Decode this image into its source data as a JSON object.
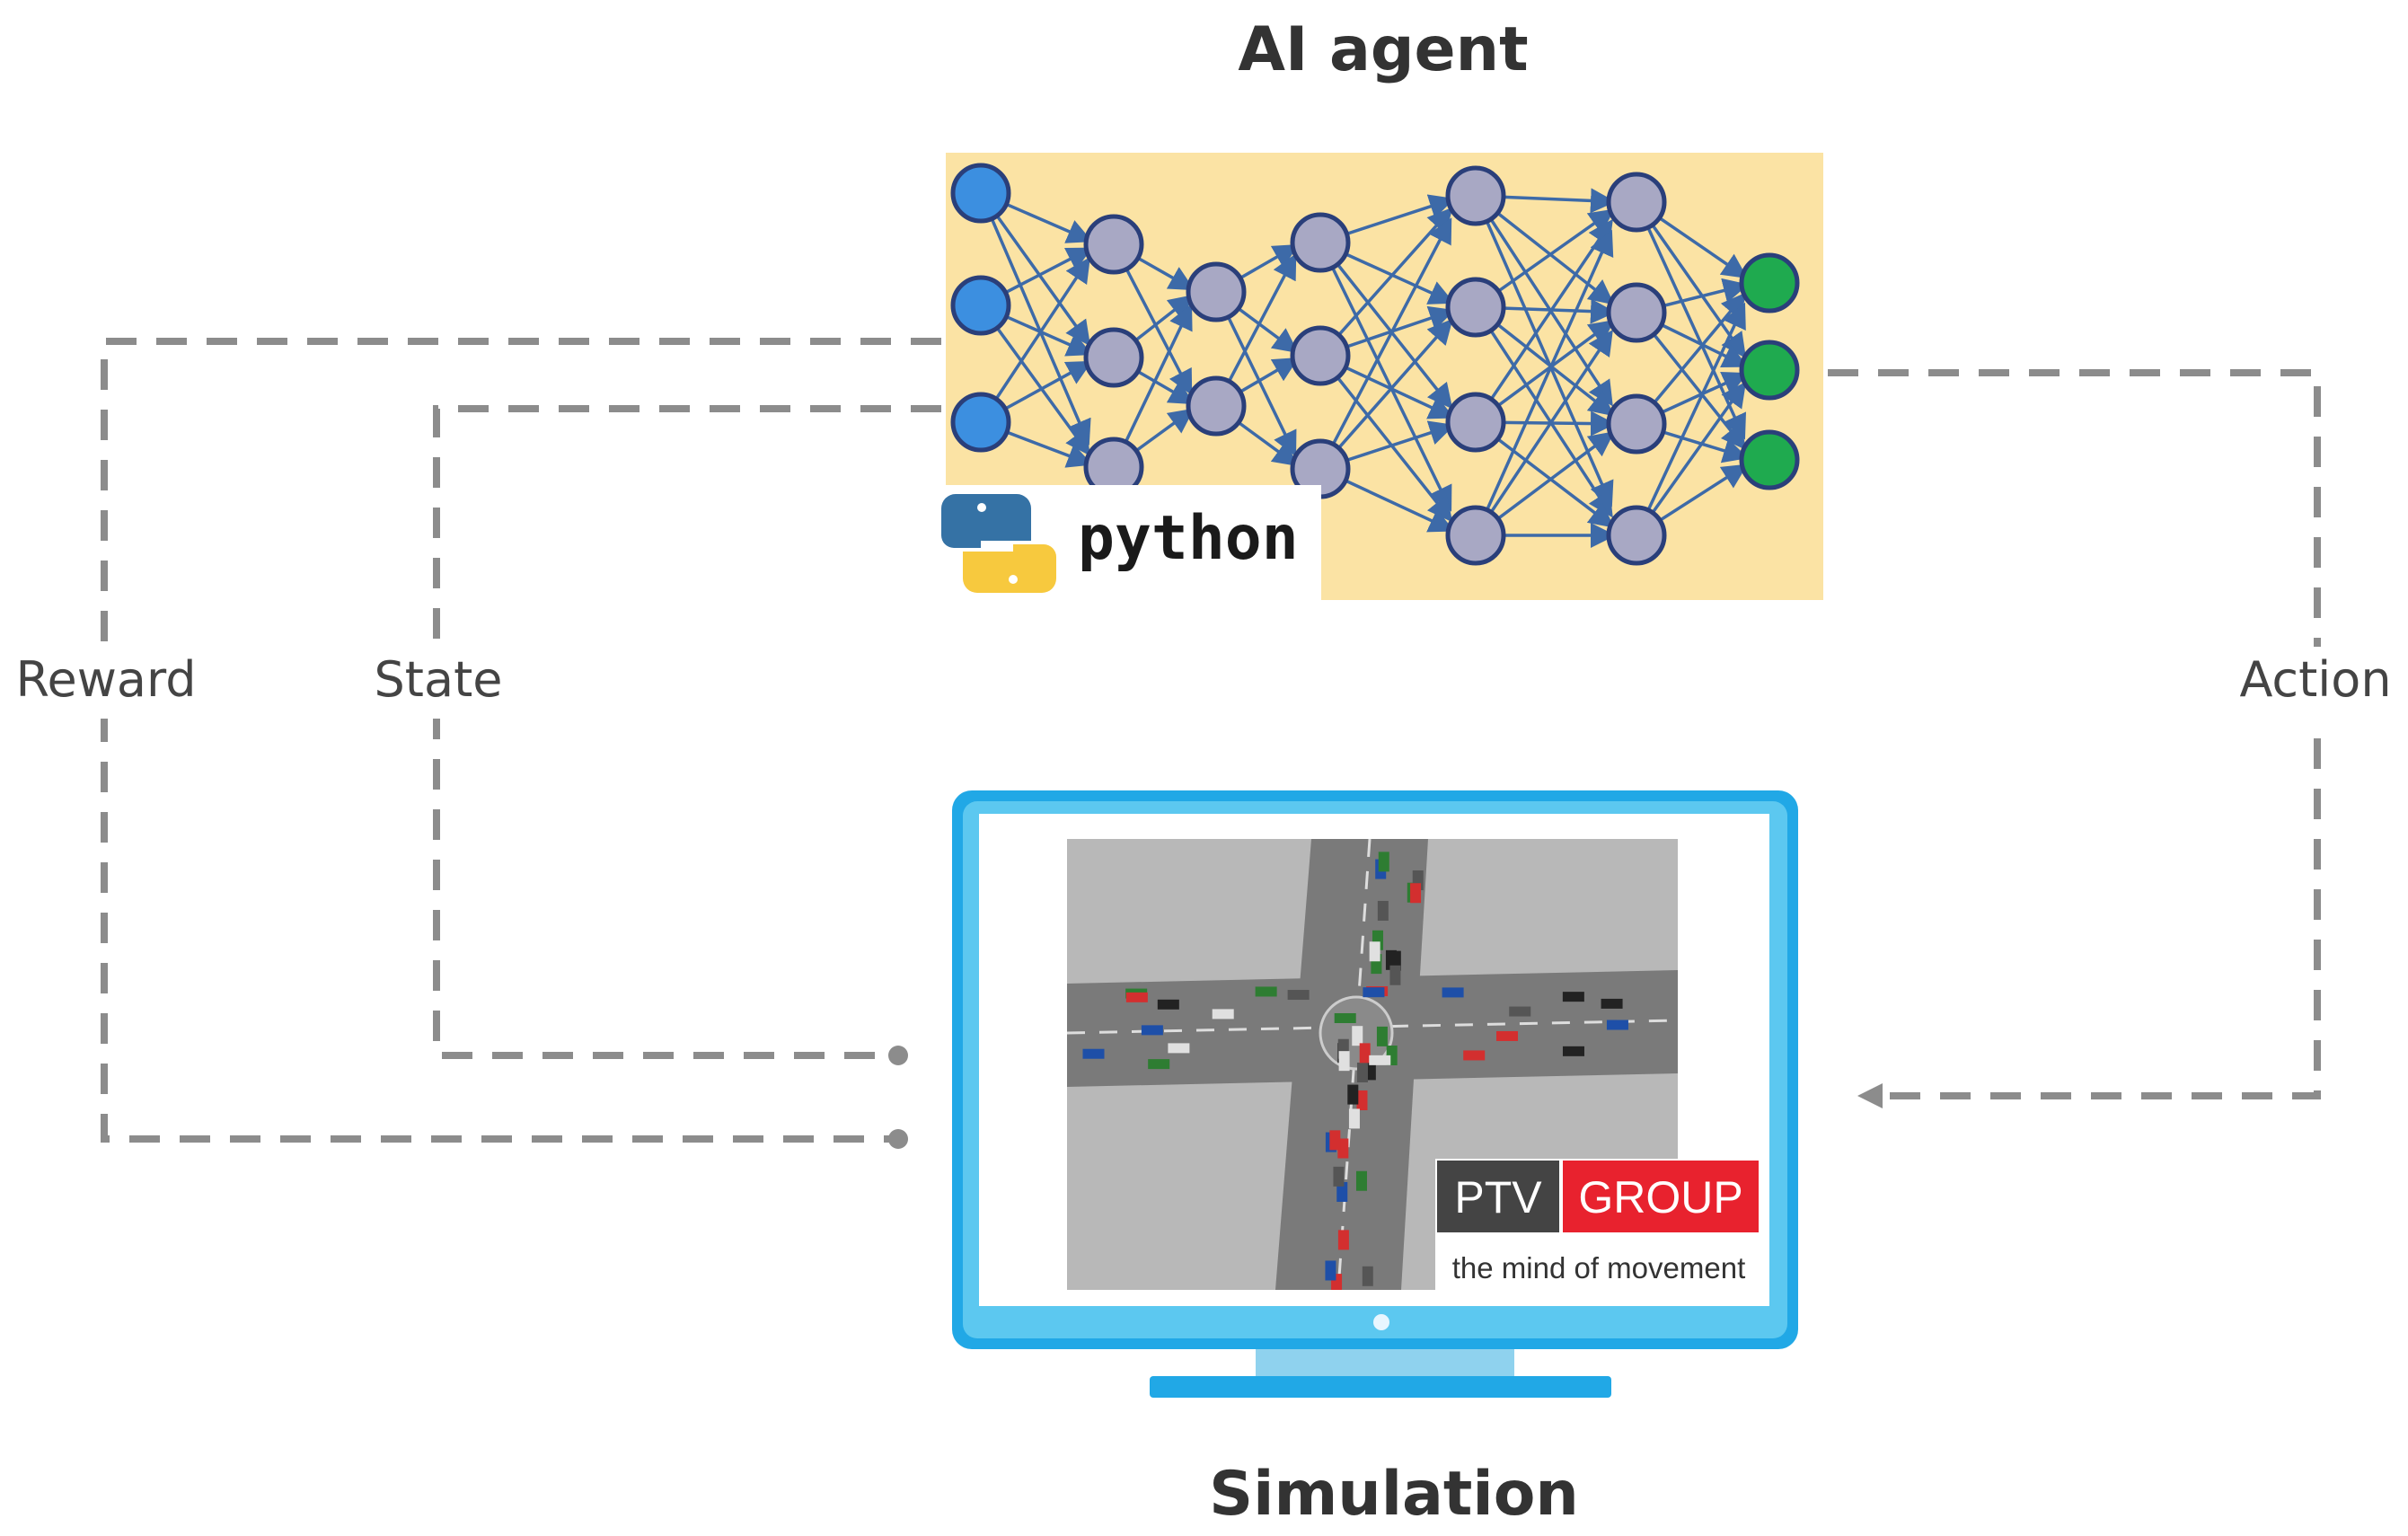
{
  "titles": {
    "agent": "AI agent",
    "simulation": "Simulation"
  },
  "loop_labels": {
    "reward": "Reward",
    "state": "State",
    "action": "Action"
  },
  "python_logo": {
    "text": "python"
  },
  "ptv_logo": {
    "left": "PTV",
    "right": "GROUP",
    "tagline": "the mind of movement"
  },
  "colors": {
    "panel_bg": "#fbe3a4",
    "input_node": "#3c8fe0",
    "hidden_node": "#a8a8c4",
    "output_node": "#1faa4f",
    "edge": "#3d6aa8",
    "monitor": "#21a8e6",
    "ptv_red": "#e8222e",
    "ptv_dark": "#444444"
  },
  "network": {
    "layers": [
      3,
      3,
      2,
      3,
      4,
      4,
      3
    ]
  }
}
